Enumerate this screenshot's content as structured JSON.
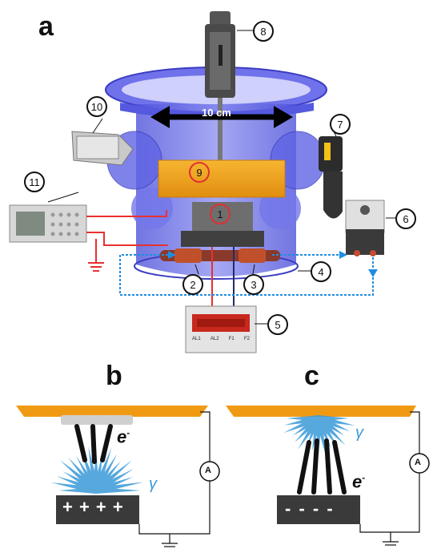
{
  "panels": {
    "a": "a",
    "b": "b",
    "c": "c"
  },
  "callouts": [
    "1",
    "2",
    "3",
    "4",
    "5",
    "6",
    "7",
    "8",
    "9",
    "10",
    "11"
  ],
  "dimension_label": "10 cm",
  "meter_keys": [
    "AL1",
    "AL2",
    "F1",
    "F2"
  ],
  "panel_b": {
    "electron": "e",
    "electron_sup": "-",
    "gamma": "γ",
    "charges": "+ + + +",
    "ammeter": "A"
  },
  "panel_c": {
    "electron": "e",
    "electron_sup": "-",
    "gamma": "γ",
    "charges": "- - - -",
    "ammeter": "A"
  },
  "colors": {
    "chamber": "#5a5ee6",
    "orange": "#f0a018",
    "red_wire": "#e83030",
    "blue_line": "#1f8ee0",
    "gamma_blue": "#3a9ad8",
    "dark": "#333333"
  }
}
